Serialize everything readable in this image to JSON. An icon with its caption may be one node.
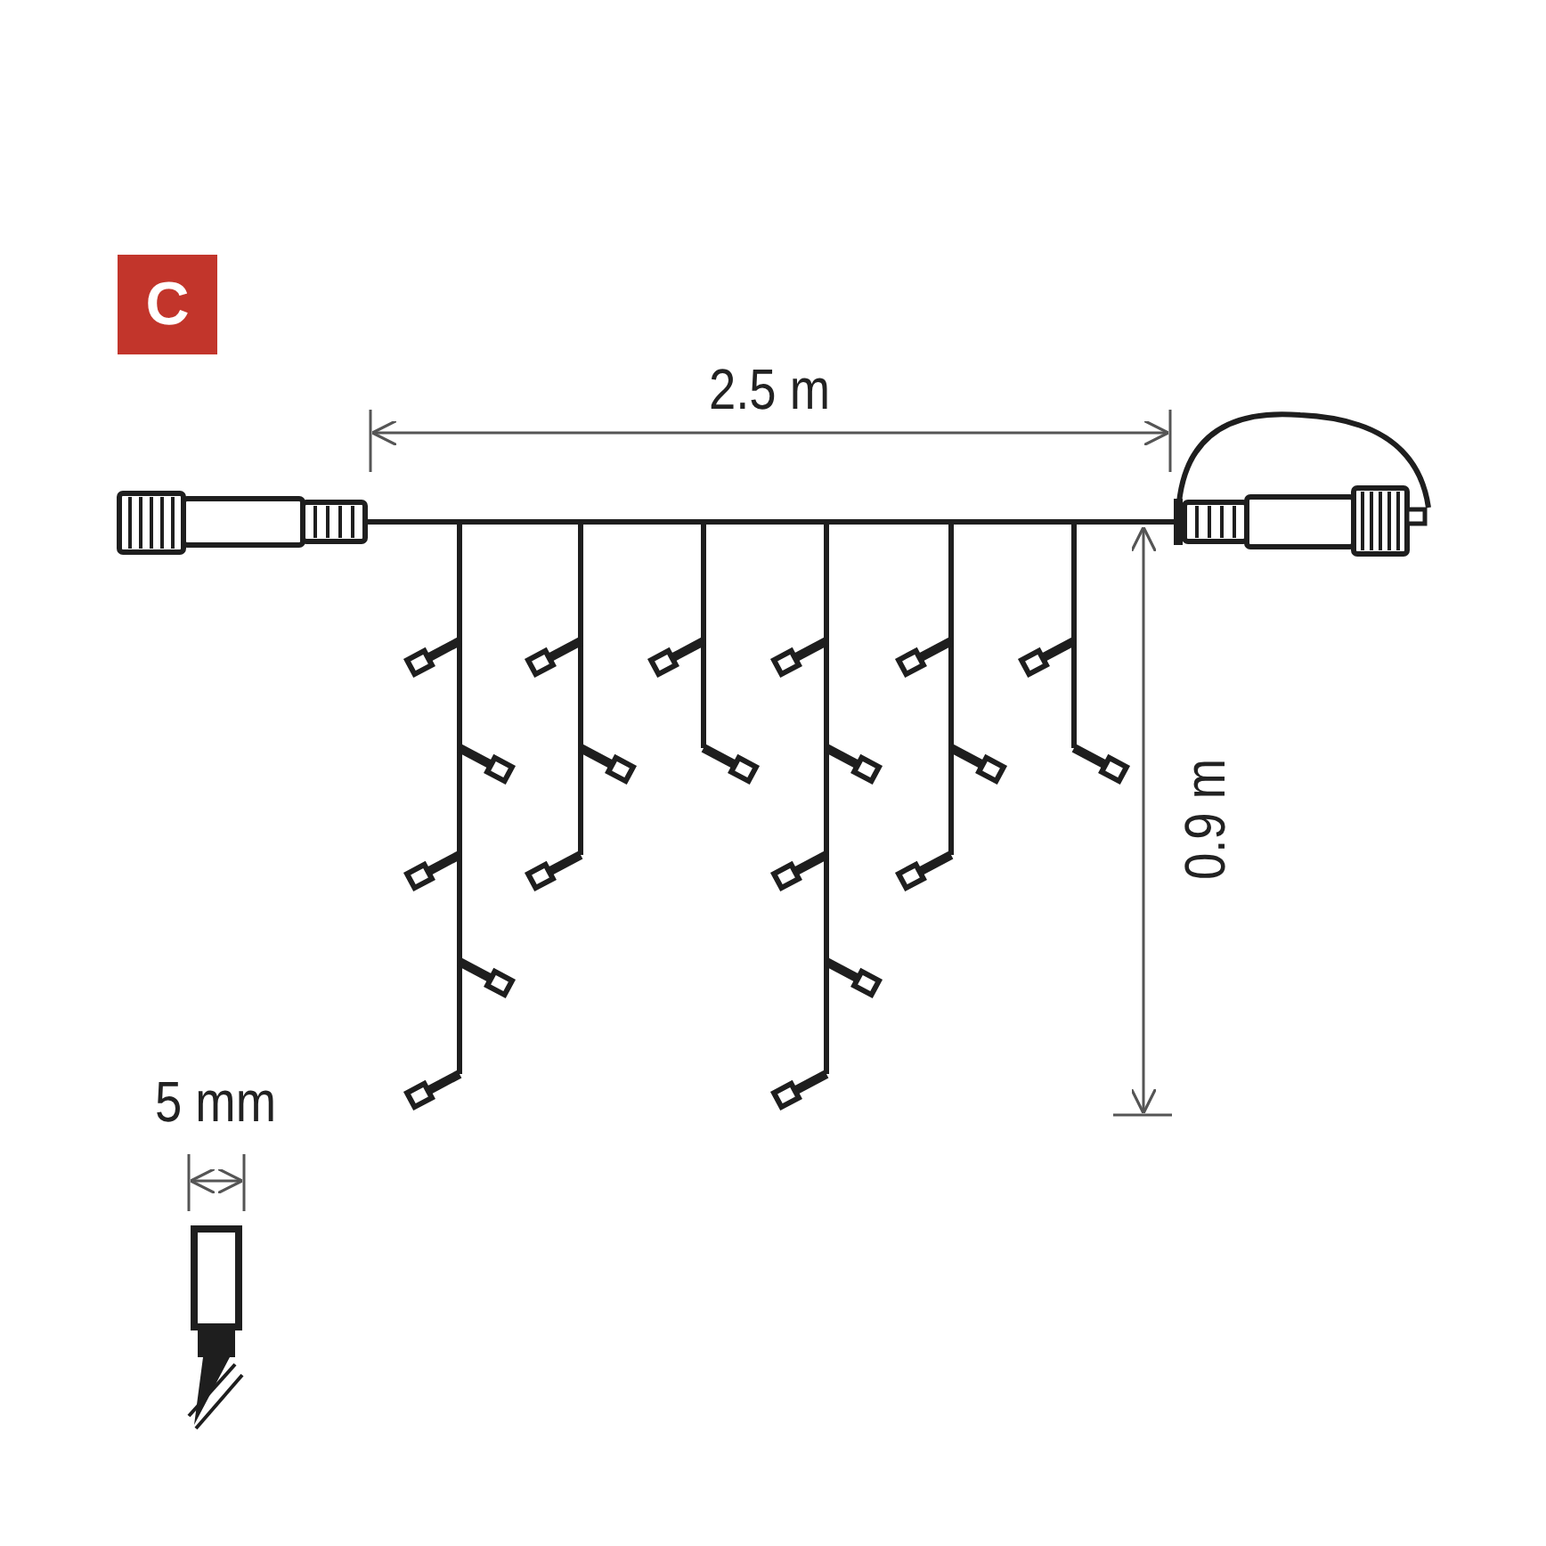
{
  "diagram": {
    "labels": [
      "C",
      "2.5 m",
      "0.9 m",
      "5 mm"
    ]
  }
}
